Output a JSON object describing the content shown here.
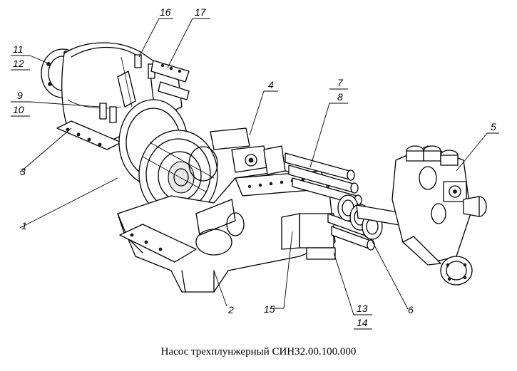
{
  "caption": "Насос трехплунжерный СИН32.00.100.000",
  "callouts": {
    "c1": "1",
    "c2": "2",
    "c3": "3",
    "c4": "4",
    "c5": "5",
    "c6": "6",
    "c7": "7",
    "c8": "8",
    "c9": "9",
    "c10": "10",
    "c11": "11",
    "c12": "12",
    "c13": "13",
    "c14": "14",
    "c15": "15",
    "c16": "16",
    "c17": "17"
  }
}
